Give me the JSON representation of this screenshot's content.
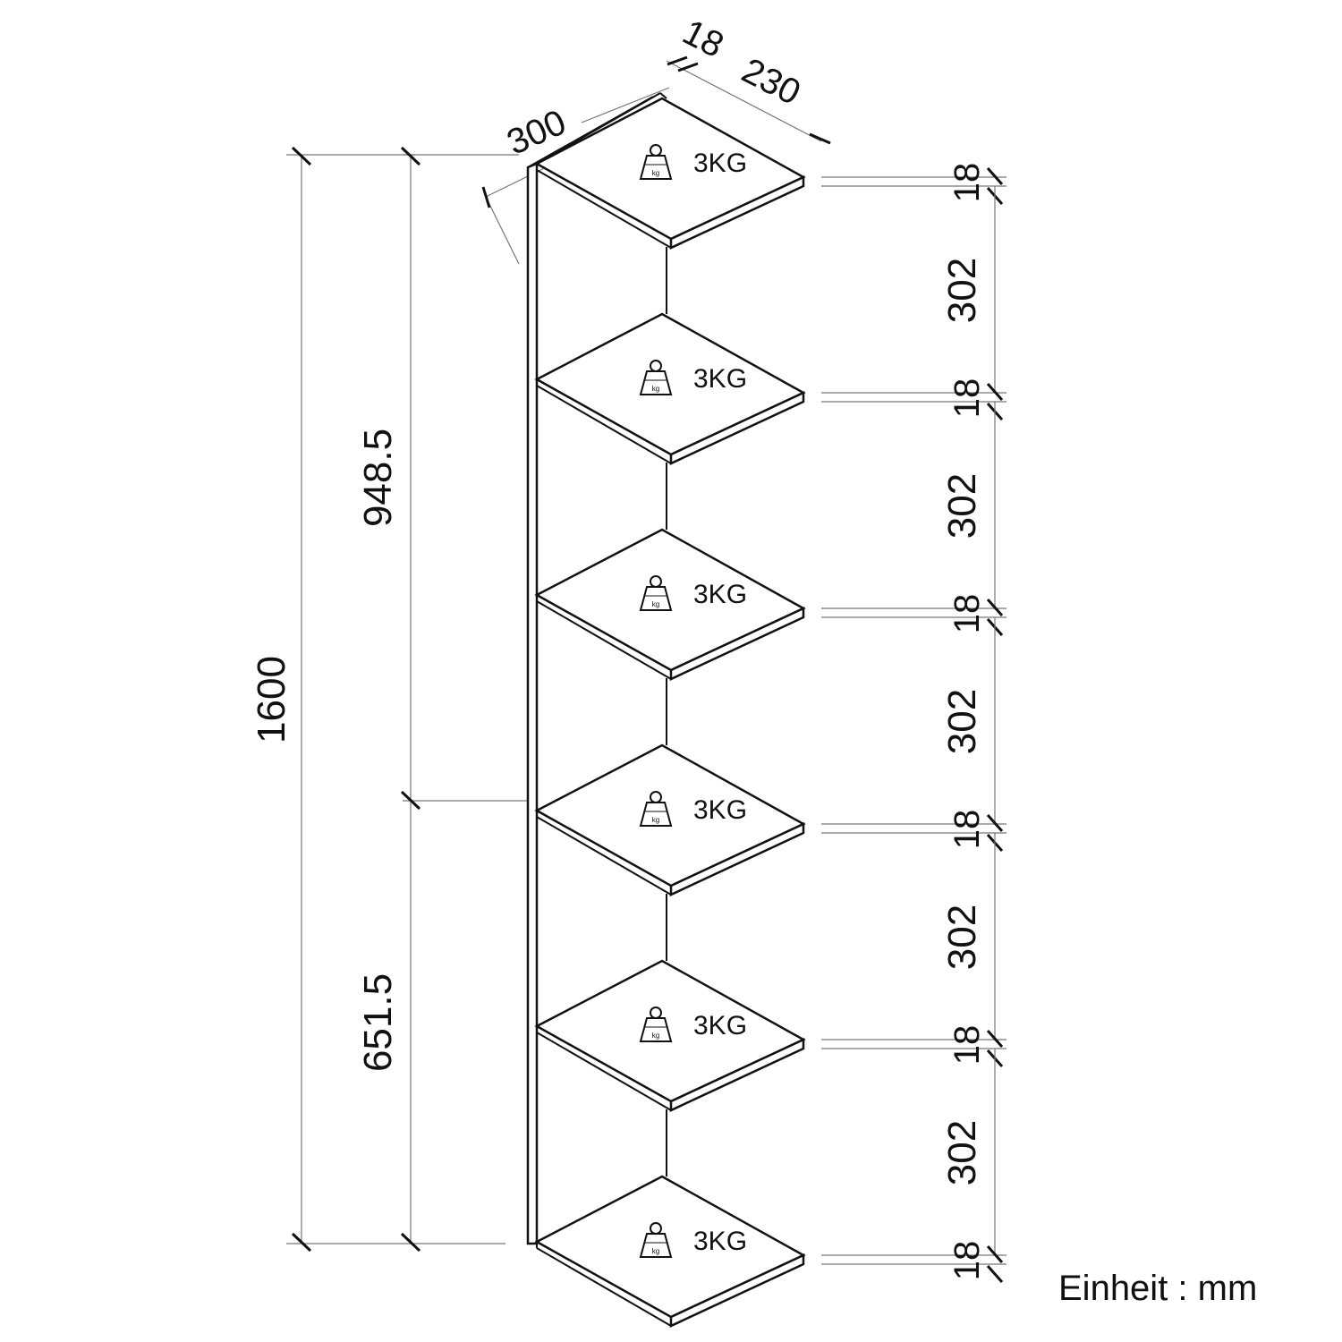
{
  "unit_label": "Einheit : mm",
  "dimensions": {
    "total_height": "1600",
    "upper_height": "948.5",
    "lower_height": "651.5",
    "depth": "300",
    "width": "230",
    "panel_thickness": "18",
    "shelf_thickness": "18",
    "shelf_gap": "302"
  },
  "shelves": [
    {
      "load": "3KG"
    },
    {
      "load": "3KG"
    },
    {
      "load": "3KG"
    },
    {
      "load": "3KG"
    },
    {
      "load": "3KG"
    },
    {
      "load": "3KG"
    }
  ],
  "icons": {
    "weight": "weight-kg-icon",
    "weight_text": "kg"
  }
}
